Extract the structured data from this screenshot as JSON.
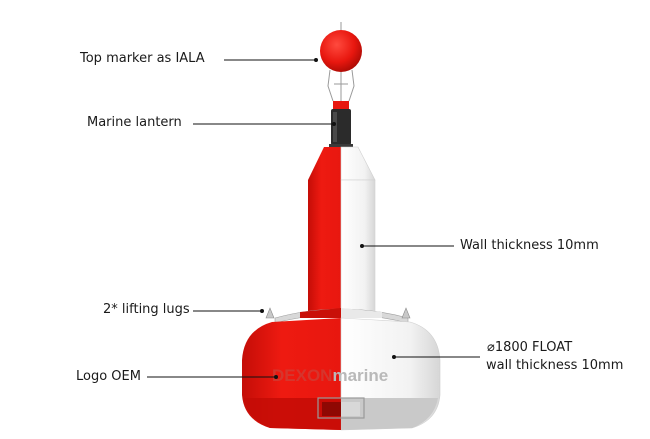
{
  "labels": {
    "top_marker": "Top marker as IALA",
    "marine_lantern": "Marine lantern",
    "wall_thickness": "Wall thickness 10mm",
    "lifting_lugs": "2* lifting lugs",
    "logo_oem": "Logo OEM",
    "float_line1": "⌀1800 FLOAT",
    "float_line2": "wall thickness 10mm"
  },
  "logo": {
    "brand_bold": "DEXON",
    "brand_light": "marine"
  },
  "colors": {
    "buoy_red": "#e8170f",
    "buoy_red_dark": "#b50c06",
    "buoy_white": "#f4f4f4",
    "buoy_grey": "#c9c9c9",
    "lantern_body": "#2b2b2b",
    "leader_line": "#111111"
  }
}
